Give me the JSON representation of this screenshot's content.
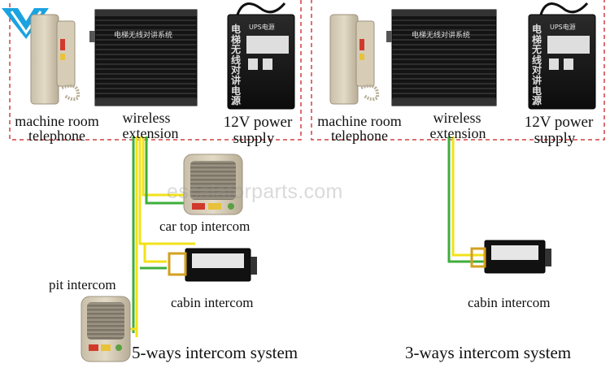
{
  "labels": {
    "left": {
      "machine_room": "machine room",
      "telephone": "telephone",
      "wireless": "wireless",
      "extension": "extension",
      "power_1": "12V power",
      "power_2": "supply",
      "car_top": "car top intercom",
      "pit": "pit intercom",
      "cabin": "cabin intercom",
      "system": "5-ways intercom system"
    },
    "right": {
      "machine_room": "machine room",
      "telephone": "telephone",
      "wireless": "wireless",
      "extension": "extension",
      "power_1": "12V power",
      "power_2": "supply",
      "cabin": "cabin intercom",
      "system": "3-ways intercom system"
    }
  },
  "device_text": {
    "box_label": "电梯无线对讲系统",
    "ups_label": "UPS电源",
    "ups_vertical": "电梯无线对讲电源"
  },
  "watermark": "escalatorparts.com",
  "colors": {
    "dashed_border": "#d04040",
    "wire_yellow": "#f1e21a",
    "wire_green": "#3fae3b",
    "logo_blue": "#1aa3e0"
  }
}
